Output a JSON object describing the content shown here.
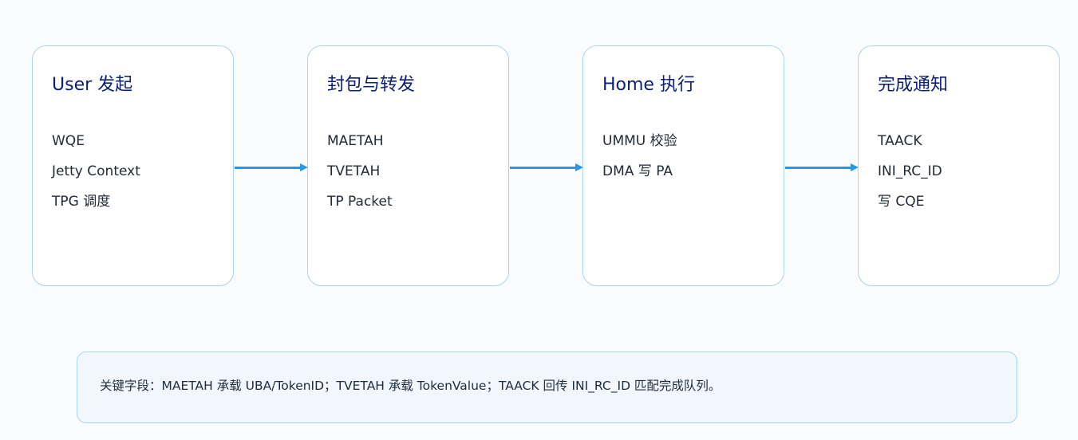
{
  "flow": {
    "steps": [
      {
        "title": "User 发起",
        "items": [
          "WQE",
          "Jetty Context",
          "TPG 调度"
        ]
      },
      {
        "title": "封包与转发",
        "items": [
          "MAETAH",
          "TVETAH",
          "TP Packet"
        ]
      },
      {
        "title": "Home 执行",
        "items": [
          "UMMU 校验",
          "DMA 写 PA"
        ]
      },
      {
        "title": "完成通知",
        "items": [
          "TAACK",
          "INI_RC_ID",
          "写 CQE"
        ]
      }
    ]
  },
  "note": {
    "text": "关键字段：MAETAH 承载 UBA/TokenID；TVETAH 承载 TokenValue；TAACK 回传 INI_RC_ID 匹配完成队列。"
  },
  "colors": {
    "card_border": "#a8d4f3",
    "title": "#0b1f7a",
    "arrow": "#2b96e3",
    "note_bg": "#f1f7fd"
  }
}
